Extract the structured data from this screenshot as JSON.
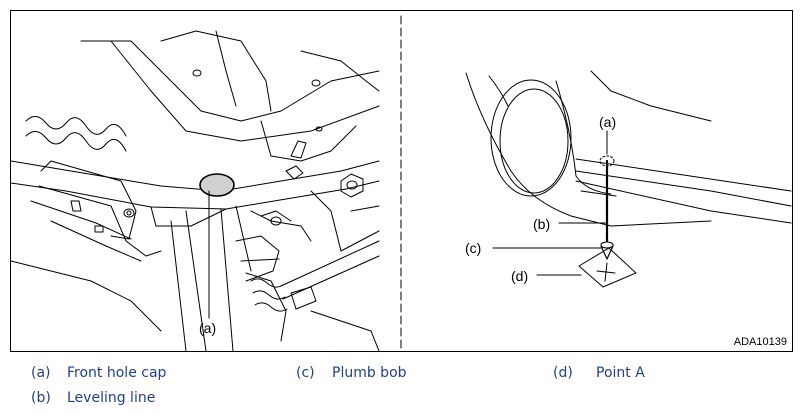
{
  "figure": {
    "id": "ADA10139",
    "left_callouts": {
      "a": "(a)"
    },
    "right_callouts": {
      "a": "(a)",
      "b": "(b)",
      "c": "(c)",
      "d": "(d)"
    }
  },
  "legend": [
    {
      "key": "(a)",
      "text": "Front hole cap"
    },
    {
      "key": "(b)",
      "text": "Leveling line"
    },
    {
      "key": "(c)",
      "text": "Plumb bob"
    },
    {
      "key": "(d)",
      "text": "Point A"
    }
  ]
}
